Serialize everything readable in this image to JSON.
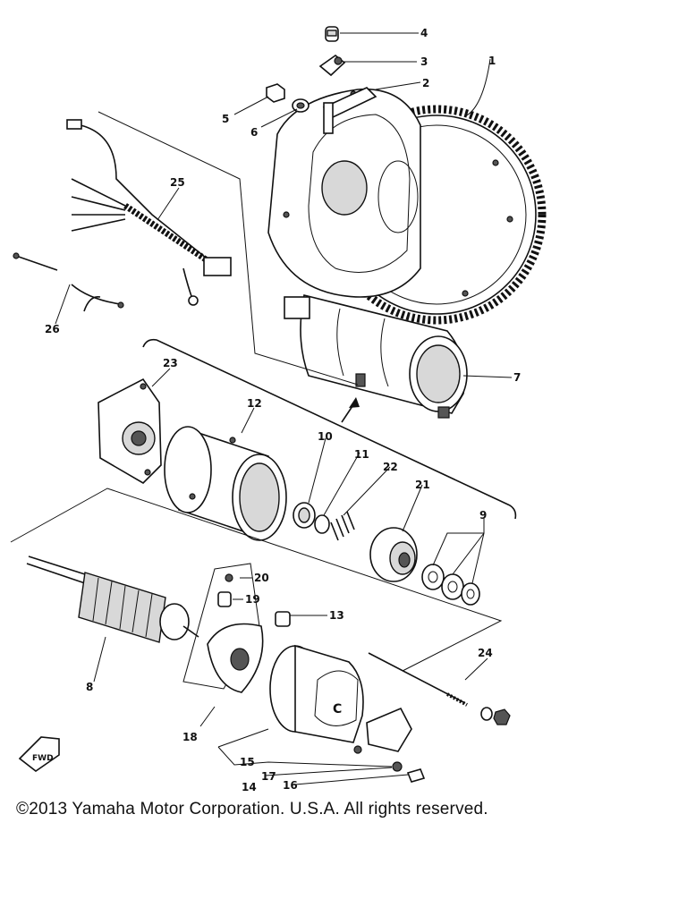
{
  "copyright": "©2013 Yamaha Motor Corporation. U.S.A. All rights reserved.",
  "icons": {
    "fwd_arrow": "fwd-arrow-icon"
  },
  "fwd_label": "FWD",
  "callouts": [
    {
      "id": "c1",
      "label": "1"
    },
    {
      "id": "c2",
      "label": "2"
    },
    {
      "id": "c3",
      "label": "3"
    },
    {
      "id": "c4",
      "label": "4"
    },
    {
      "id": "c5",
      "label": "5"
    },
    {
      "id": "c6",
      "label": "6"
    },
    {
      "id": "c7",
      "label": "7"
    },
    {
      "id": "c8",
      "label": "8"
    },
    {
      "id": "c9",
      "label": "9"
    },
    {
      "id": "c10",
      "label": "10"
    },
    {
      "id": "c11",
      "label": "11"
    },
    {
      "id": "c12",
      "label": "12"
    },
    {
      "id": "c13",
      "label": "13"
    },
    {
      "id": "c14",
      "label": "14"
    },
    {
      "id": "c15",
      "label": "15"
    },
    {
      "id": "c16",
      "label": "16"
    },
    {
      "id": "c17",
      "label": "17"
    },
    {
      "id": "c18",
      "label": "18"
    },
    {
      "id": "c19",
      "label": "19"
    },
    {
      "id": "c20",
      "label": "20"
    },
    {
      "id": "c21",
      "label": "21"
    },
    {
      "id": "c22",
      "label": "22"
    },
    {
      "id": "c23",
      "label": "23"
    },
    {
      "id": "c24",
      "label": "24"
    },
    {
      "id": "c25",
      "label": "25"
    },
    {
      "id": "c26",
      "label": "26"
    }
  ]
}
